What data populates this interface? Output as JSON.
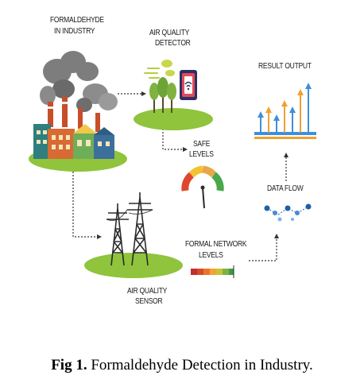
{
  "labels": {
    "industry_line1": "FORMALDEHYDE",
    "industry_line2": "IN INDUSTRY",
    "detector_line1": "AIR QUALITY",
    "detector_line2": "DETECTOR",
    "safe_line1": "SAFE",
    "safe_line2": "LEVELS",
    "result": "RESULT OUTPUT",
    "dataflow": "DATA FLOW",
    "network_line1": "FORMAL NETWORK",
    "network_line2": "LEVELS",
    "sensor_line1": "AIR QUALITY",
    "sensor_line2": "SENSOR"
  },
  "caption": {
    "prefix": "Fig 1.",
    "text": "Formaldehyde Detection in Industry."
  },
  "colors": {
    "grass": "#8fc43c",
    "smoke": "#7d7d7d",
    "pylon": "#2b2b2b",
    "arrow_blue": "#3f8fd8",
    "arrow_orange": "#f0a030",
    "flow_blue": "#1f5fa8",
    "gauge_red": "#e0452e",
    "gauge_yellow": "#f2c230",
    "gauge_green": "#49a84a",
    "connector": "#333333"
  },
  "icons": [
    "factory-icon",
    "smoke-icon",
    "tree-icon",
    "device-icon",
    "wifi-icon",
    "gauge-icon",
    "pylon-icon",
    "level-bar-icon",
    "data-flow-icon",
    "bar-arrows-icon"
  ]
}
